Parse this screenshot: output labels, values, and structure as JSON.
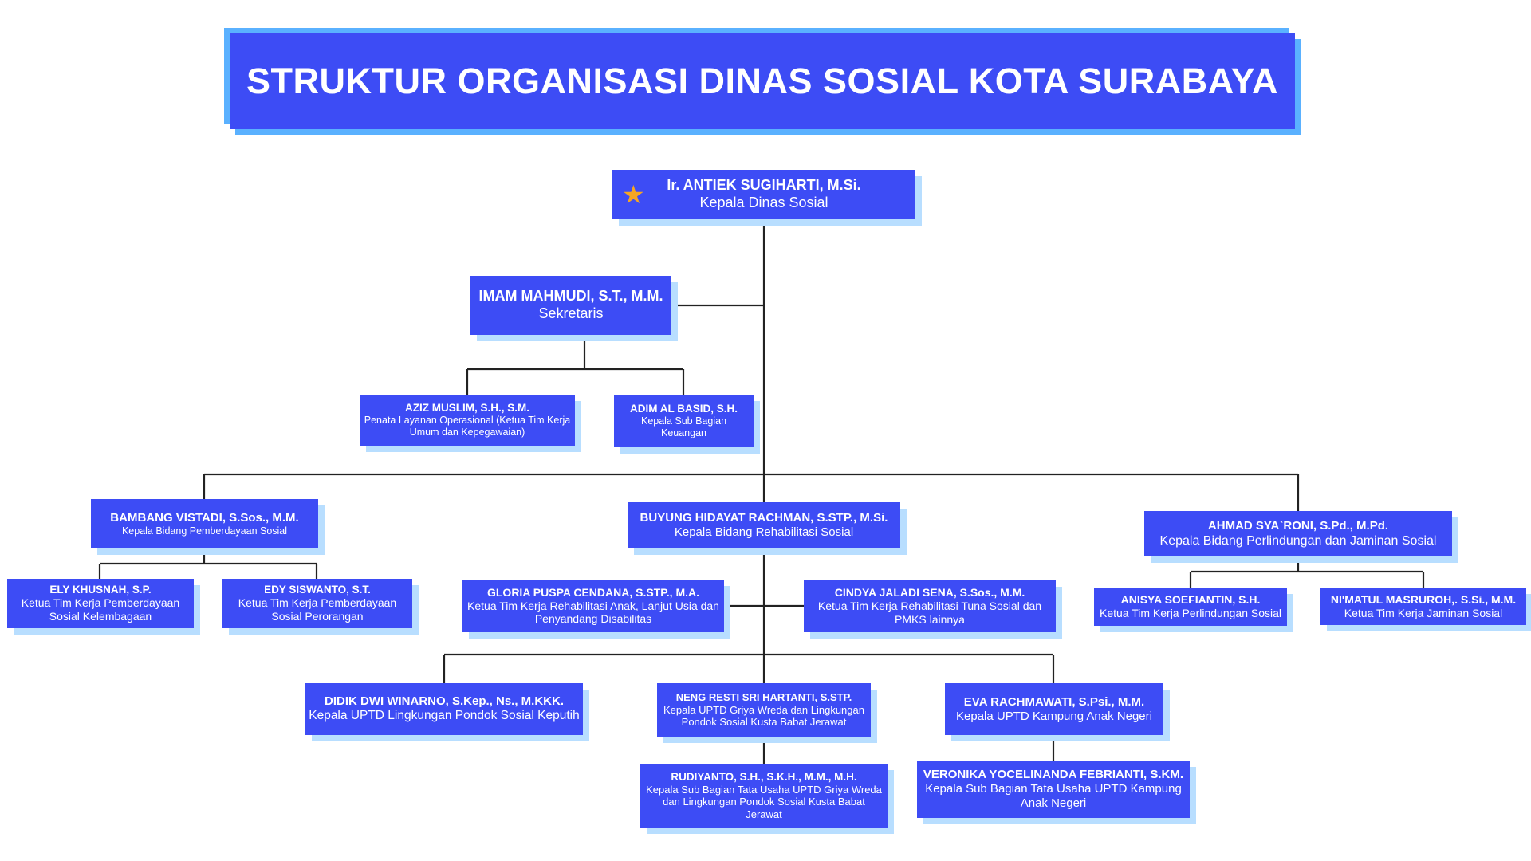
{
  "title": "STRUKTUR ORGANISASI DINAS SOSIAL KOTA SURABAYA",
  "colors": {
    "box": "#3d4cf5",
    "box_shadow": "#b8deff",
    "title_shadow": "#5ab1ff",
    "line": "#222222",
    "star": "#f5a623"
  },
  "head": {
    "name": "Ir. ANTIEK SUGIHARTI, M.Si.",
    "role": "Kepala Dinas Sosial",
    "icon": "star-icon"
  },
  "sekretaris": {
    "name": "IMAM MAHMUDI, S.T., M.M.",
    "role": "Sekretaris"
  },
  "aziz": {
    "name": "AZIZ MUSLIM, S.H., S.M.",
    "role": "Penata Layanan Operasional (Ketua Tim Kerja Umum dan Kepegawaian)"
  },
  "adim": {
    "name": "ADIM AL BASID, S.H.",
    "role": "Kepala Sub Bagian Keuangan"
  },
  "bambang": {
    "name": "BAMBANG VISTADI, S.Sos., M.M.",
    "role": "Kepala Bidang Pemberdayaan Sosial"
  },
  "buyung": {
    "name": "BUYUNG HIDAYAT RACHMAN, S.STP., M.Si.",
    "role": "Kepala Bidang Rehabilitasi Sosial"
  },
  "ahmad": {
    "name": "AHMAD SYA`RONI, S.Pd., M.Pd.",
    "role": "Kepala Bidang Perlindungan dan Jaminan Sosial"
  },
  "ely": {
    "name": "ELY KHUSNAH, S.P.",
    "role": "Ketua Tim Kerja Pemberdayaan Sosial Kelembagaan"
  },
  "edy": {
    "name": "EDY SISWANTO, S.T.",
    "role": "Ketua Tim Kerja Pemberdayaan Sosial Perorangan"
  },
  "gloria": {
    "name": "GLORIA PUSPA CENDANA, S.STP., M.A.",
    "role": "Ketua Tim Kerja Rehabilitasi Anak, Lanjut Usia dan Penyandang Disabilitas"
  },
  "cindya": {
    "name": "CINDYA JALADI SENA, S.Sos., M.M.",
    "role": "Ketua Tim Kerja Rehabilitasi Tuna Sosial dan PMKS lainnya"
  },
  "anisya": {
    "name": "ANISYA SOEFIANTIN, S.H.",
    "role": "Ketua Tim Kerja Perlindungan Sosial"
  },
  "nimatul": {
    "name": "NI'MATUL MASRUROH,. S.Si., M.M.",
    "role": "Ketua Tim Kerja Jaminan Sosial"
  },
  "didik": {
    "name": "DIDIK DWI WINARNO, S.Kep., Ns., M.KKK.",
    "role": "Kepala UPTD Lingkungan Pondok Sosial Keputih"
  },
  "neng": {
    "name": "NENG RESTI SRI HARTANTI, S.STP.",
    "role": "Kepala UPTD Griya Wreda dan Lingkungan Pondok Sosial Kusta Babat Jerawat"
  },
  "eva": {
    "name": "EVA RACHMAWATI, S.Psi., M.M.",
    "role": "Kepala UPTD Kampung Anak Negeri"
  },
  "rudiyanto": {
    "name": "RUDIYANTO, S.H., S.K.H., M.M., M.H.",
    "role": "Kepala Sub Bagian Tata Usaha UPTD Griya Wreda dan Lingkungan Pondok Sosial Kusta Babat Jerawat"
  },
  "veronika": {
    "name": "VERONIKA YOCELINANDA FEBRIANTI, S.KM.",
    "role": "Kepala Sub Bagian Tata Usaha UPTD Kampung Anak Negeri"
  }
}
